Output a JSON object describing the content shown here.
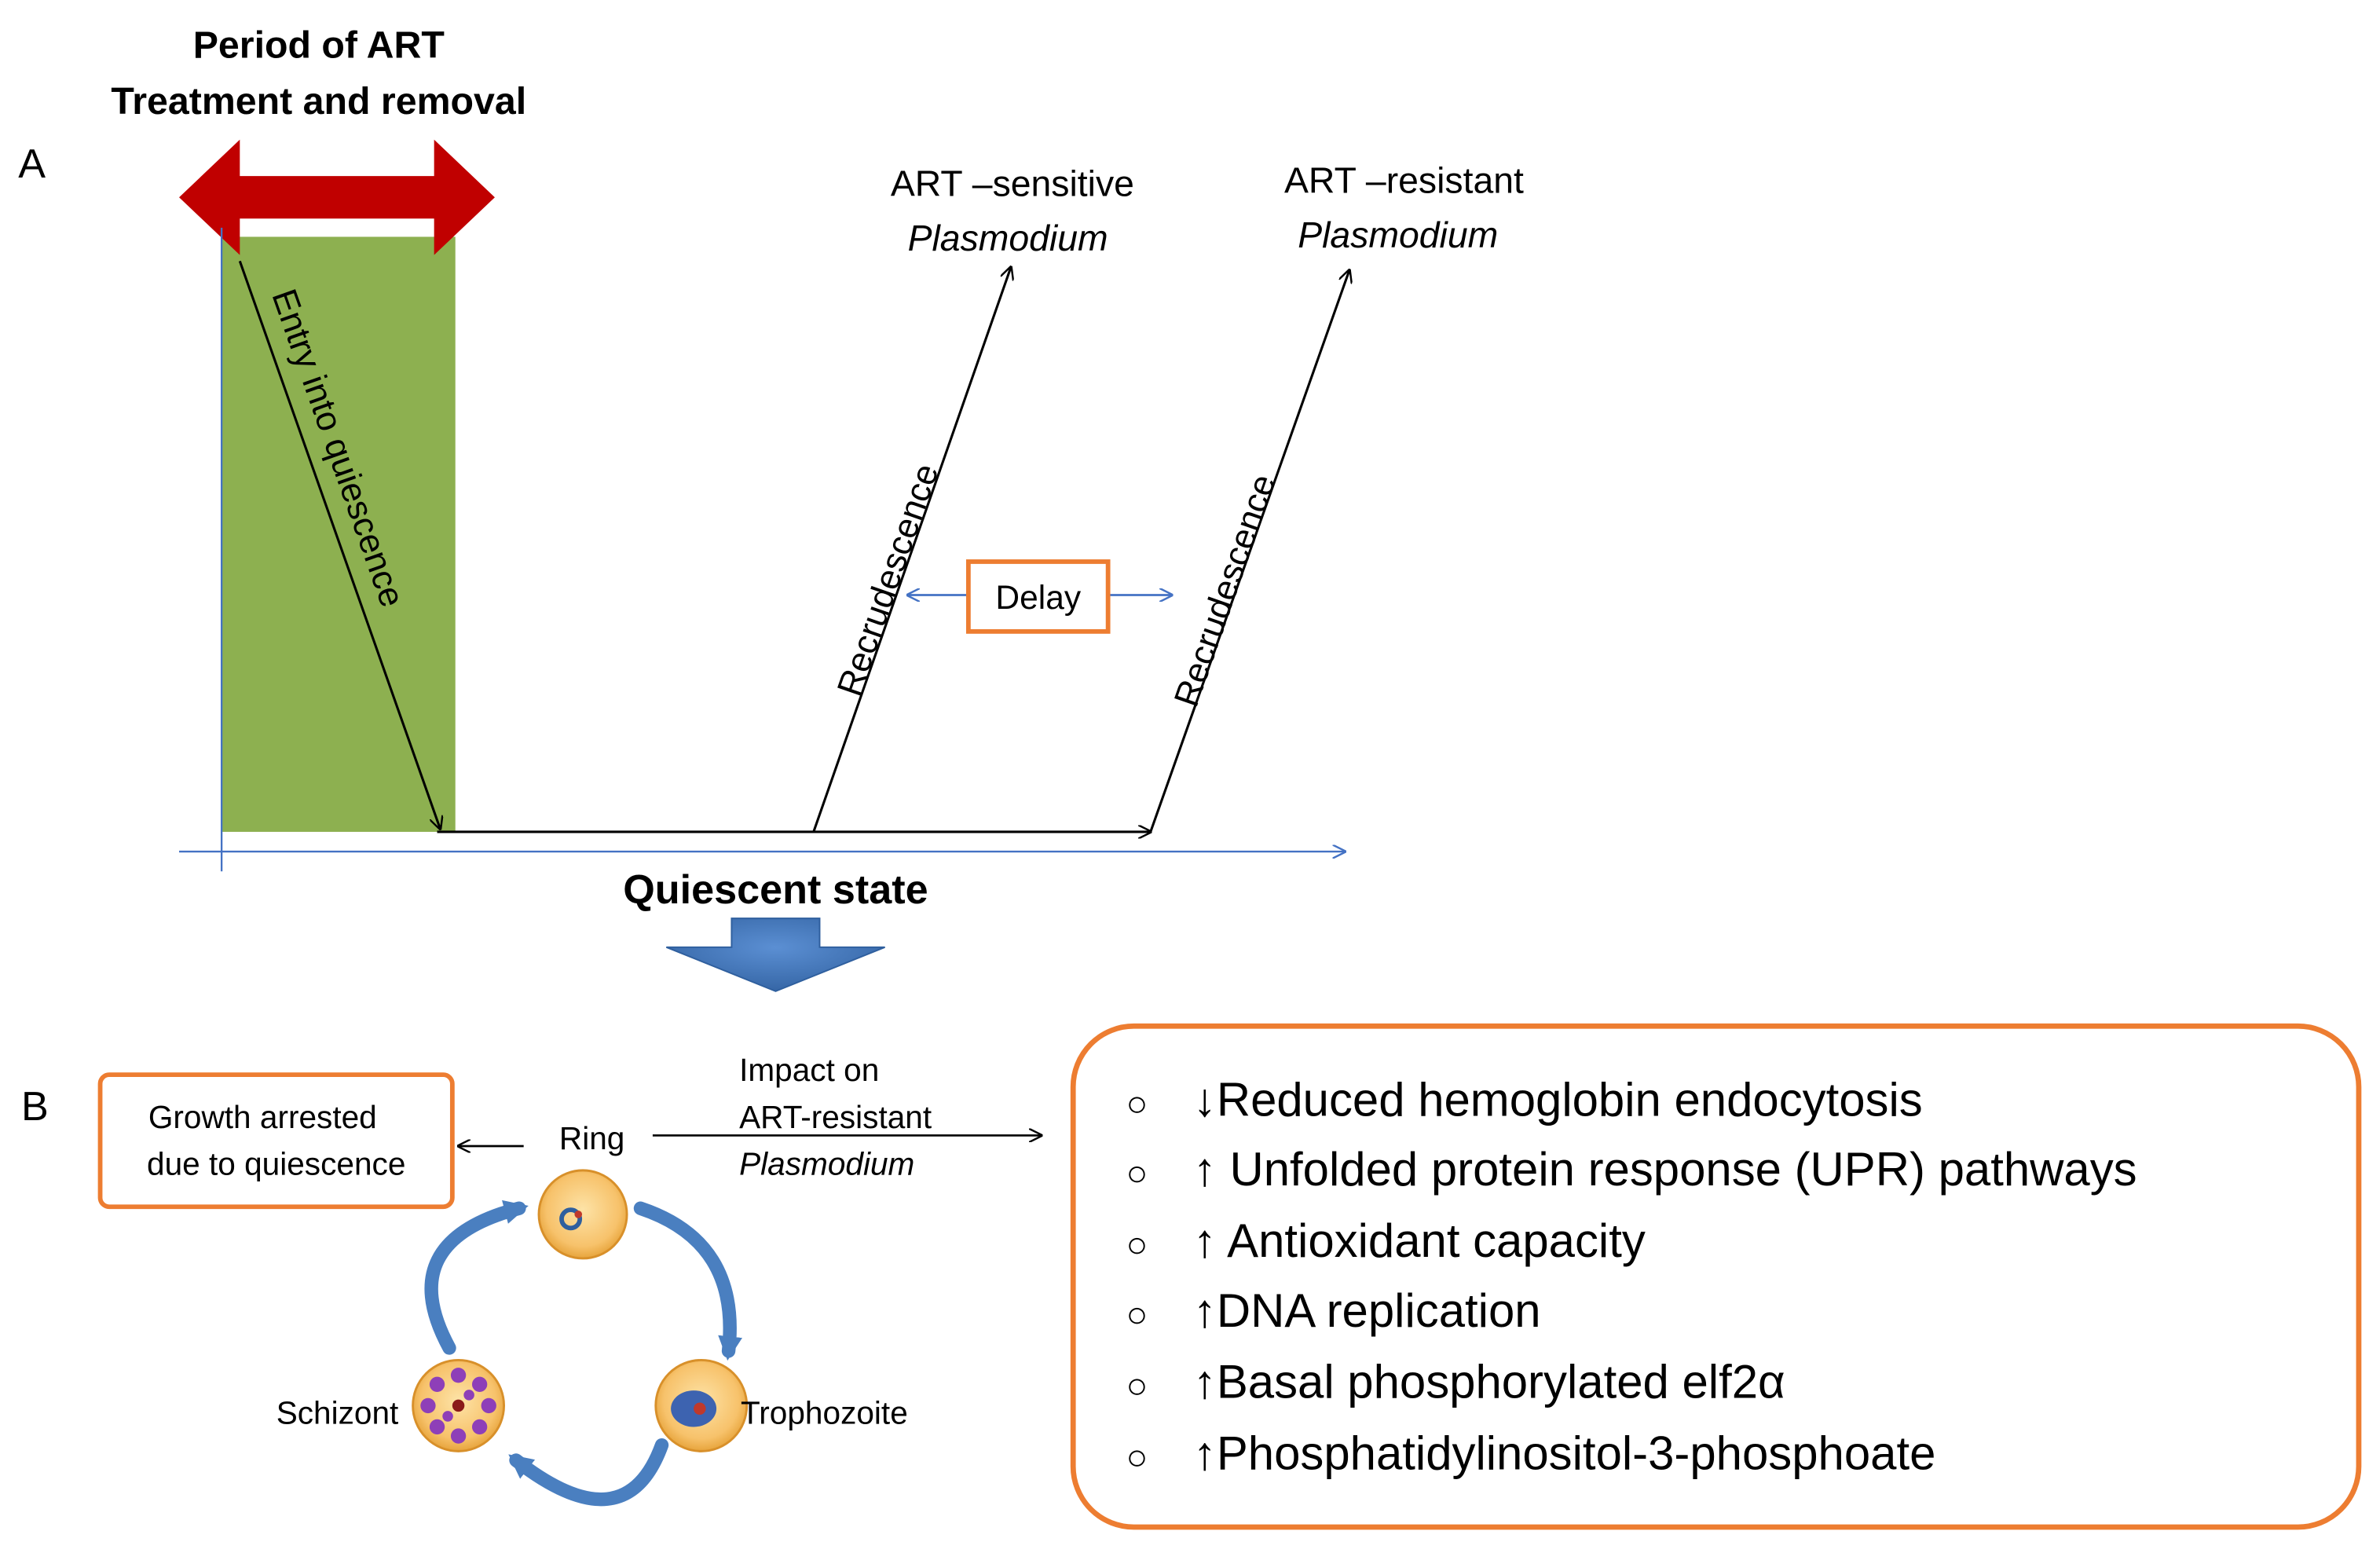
{
  "panel_a": {
    "label": "A",
    "treatment_title_line1": "Period of ART",
    "treatment_title_line2": "Treatment and removal",
    "entry_label": "Entry into quiescence",
    "sensitive_line1": "ART –sensitive",
    "sensitive_line2": "Plasmodium",
    "resistant_line1": "ART –resistant",
    "resistant_line2": "Plasmodium",
    "recrudescence_label": "Recrudescence",
    "delay_label": "Delay",
    "axis_caption": "Quiescent state"
  },
  "panel_b": {
    "label": "B",
    "arrested_line1": "Growth arrested",
    "arrested_line2": "due to quiescence",
    "ring_label": "Ring",
    "trophozoite_label": "Trophozoite",
    "schizont_label": "Schizont",
    "impact_line1": "Impact on",
    "impact_line2": "ART-resistant",
    "impact_line3": "Plasmodium",
    "effects": [
      {
        "bullet": "○",
        "arrow": "↓",
        "text": "Reduced hemoglobin endocytosis"
      },
      {
        "bullet": "○",
        "arrow": "↑",
        "text": " Unfolded protein response (UPR) pathways"
      },
      {
        "bullet": "○",
        "arrow": "↑",
        "text": " Antioxidant capacity"
      },
      {
        "bullet": "○",
        "arrow": "↑",
        "text": "DNA replication"
      },
      {
        "bullet": "○",
        "arrow": "↑",
        "text": "Basal phosphorylated elf2α"
      },
      {
        "bullet": "○",
        "arrow": "↑",
        "text": "Phosphatidylinositol-3-phosphoate"
      }
    ]
  },
  "colors": {
    "treatment_fill": "#8db050",
    "double_arrow": "#c00000",
    "axis_blue": "#4472c4",
    "box_orange": "#ed7d31",
    "cycle_arrow": "#4a7fc0"
  }
}
